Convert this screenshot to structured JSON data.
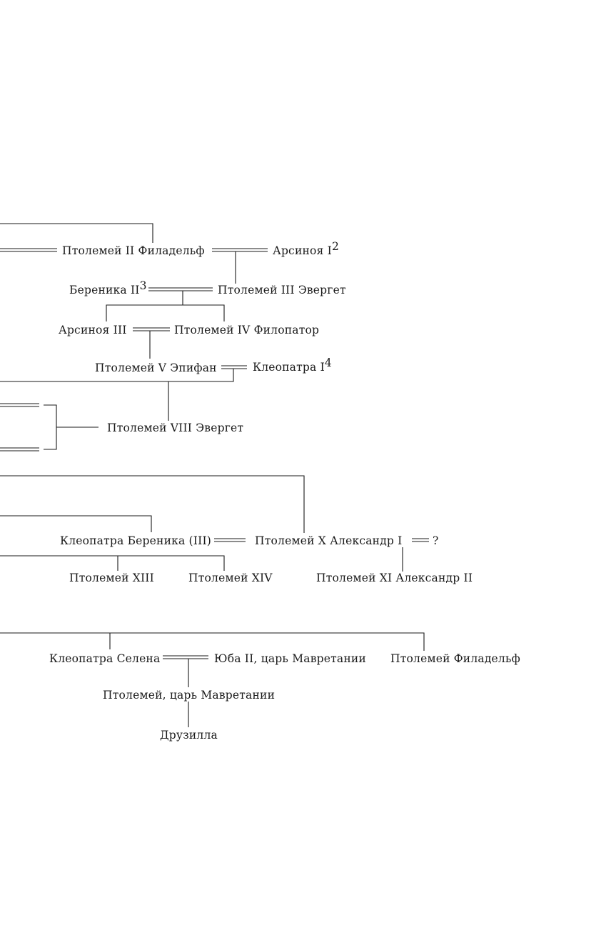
{
  "people": {
    "ptolemy_ii": "Птолемей II Филадельф",
    "arsinoe_i": "Арсиноя I",
    "arsinoe_i_note": "2",
    "berenice_ii": "Береника II",
    "berenice_ii_note": "3",
    "ptolemy_iii": "Птолемей III Эвергет",
    "arsinoe_iii": "Арсиноя III",
    "ptolemy_iv": "Птолемей IV Филопатор",
    "ptolemy_v": "Птолемей V Эпифан",
    "cleopatra_i": "Клеопатра I",
    "cleopatra_i_note": "4",
    "ptolemy_viii": "Птолемей VIII Эвергет",
    "cleopatra_berenice": "Клеопатра Береника (III)",
    "ptolemy_x": "Птолемей X Александр I",
    "unknown_spouse": "?",
    "ptolemy_xiii": "Птолемей XIII",
    "ptolemy_xiv": "Птолемей XIV",
    "ptolemy_xi": "Птолемей XI Александр II",
    "cleopatra_selene": "Клеопатра Селена",
    "juba_ii": "Юба II, царь Мавретании",
    "ptolemy_philadelphus": "Птолемей Филадельф",
    "ptolemy_mauretania": "Птолемей, царь Мавретании",
    "drusilla": "Друзилла"
  }
}
